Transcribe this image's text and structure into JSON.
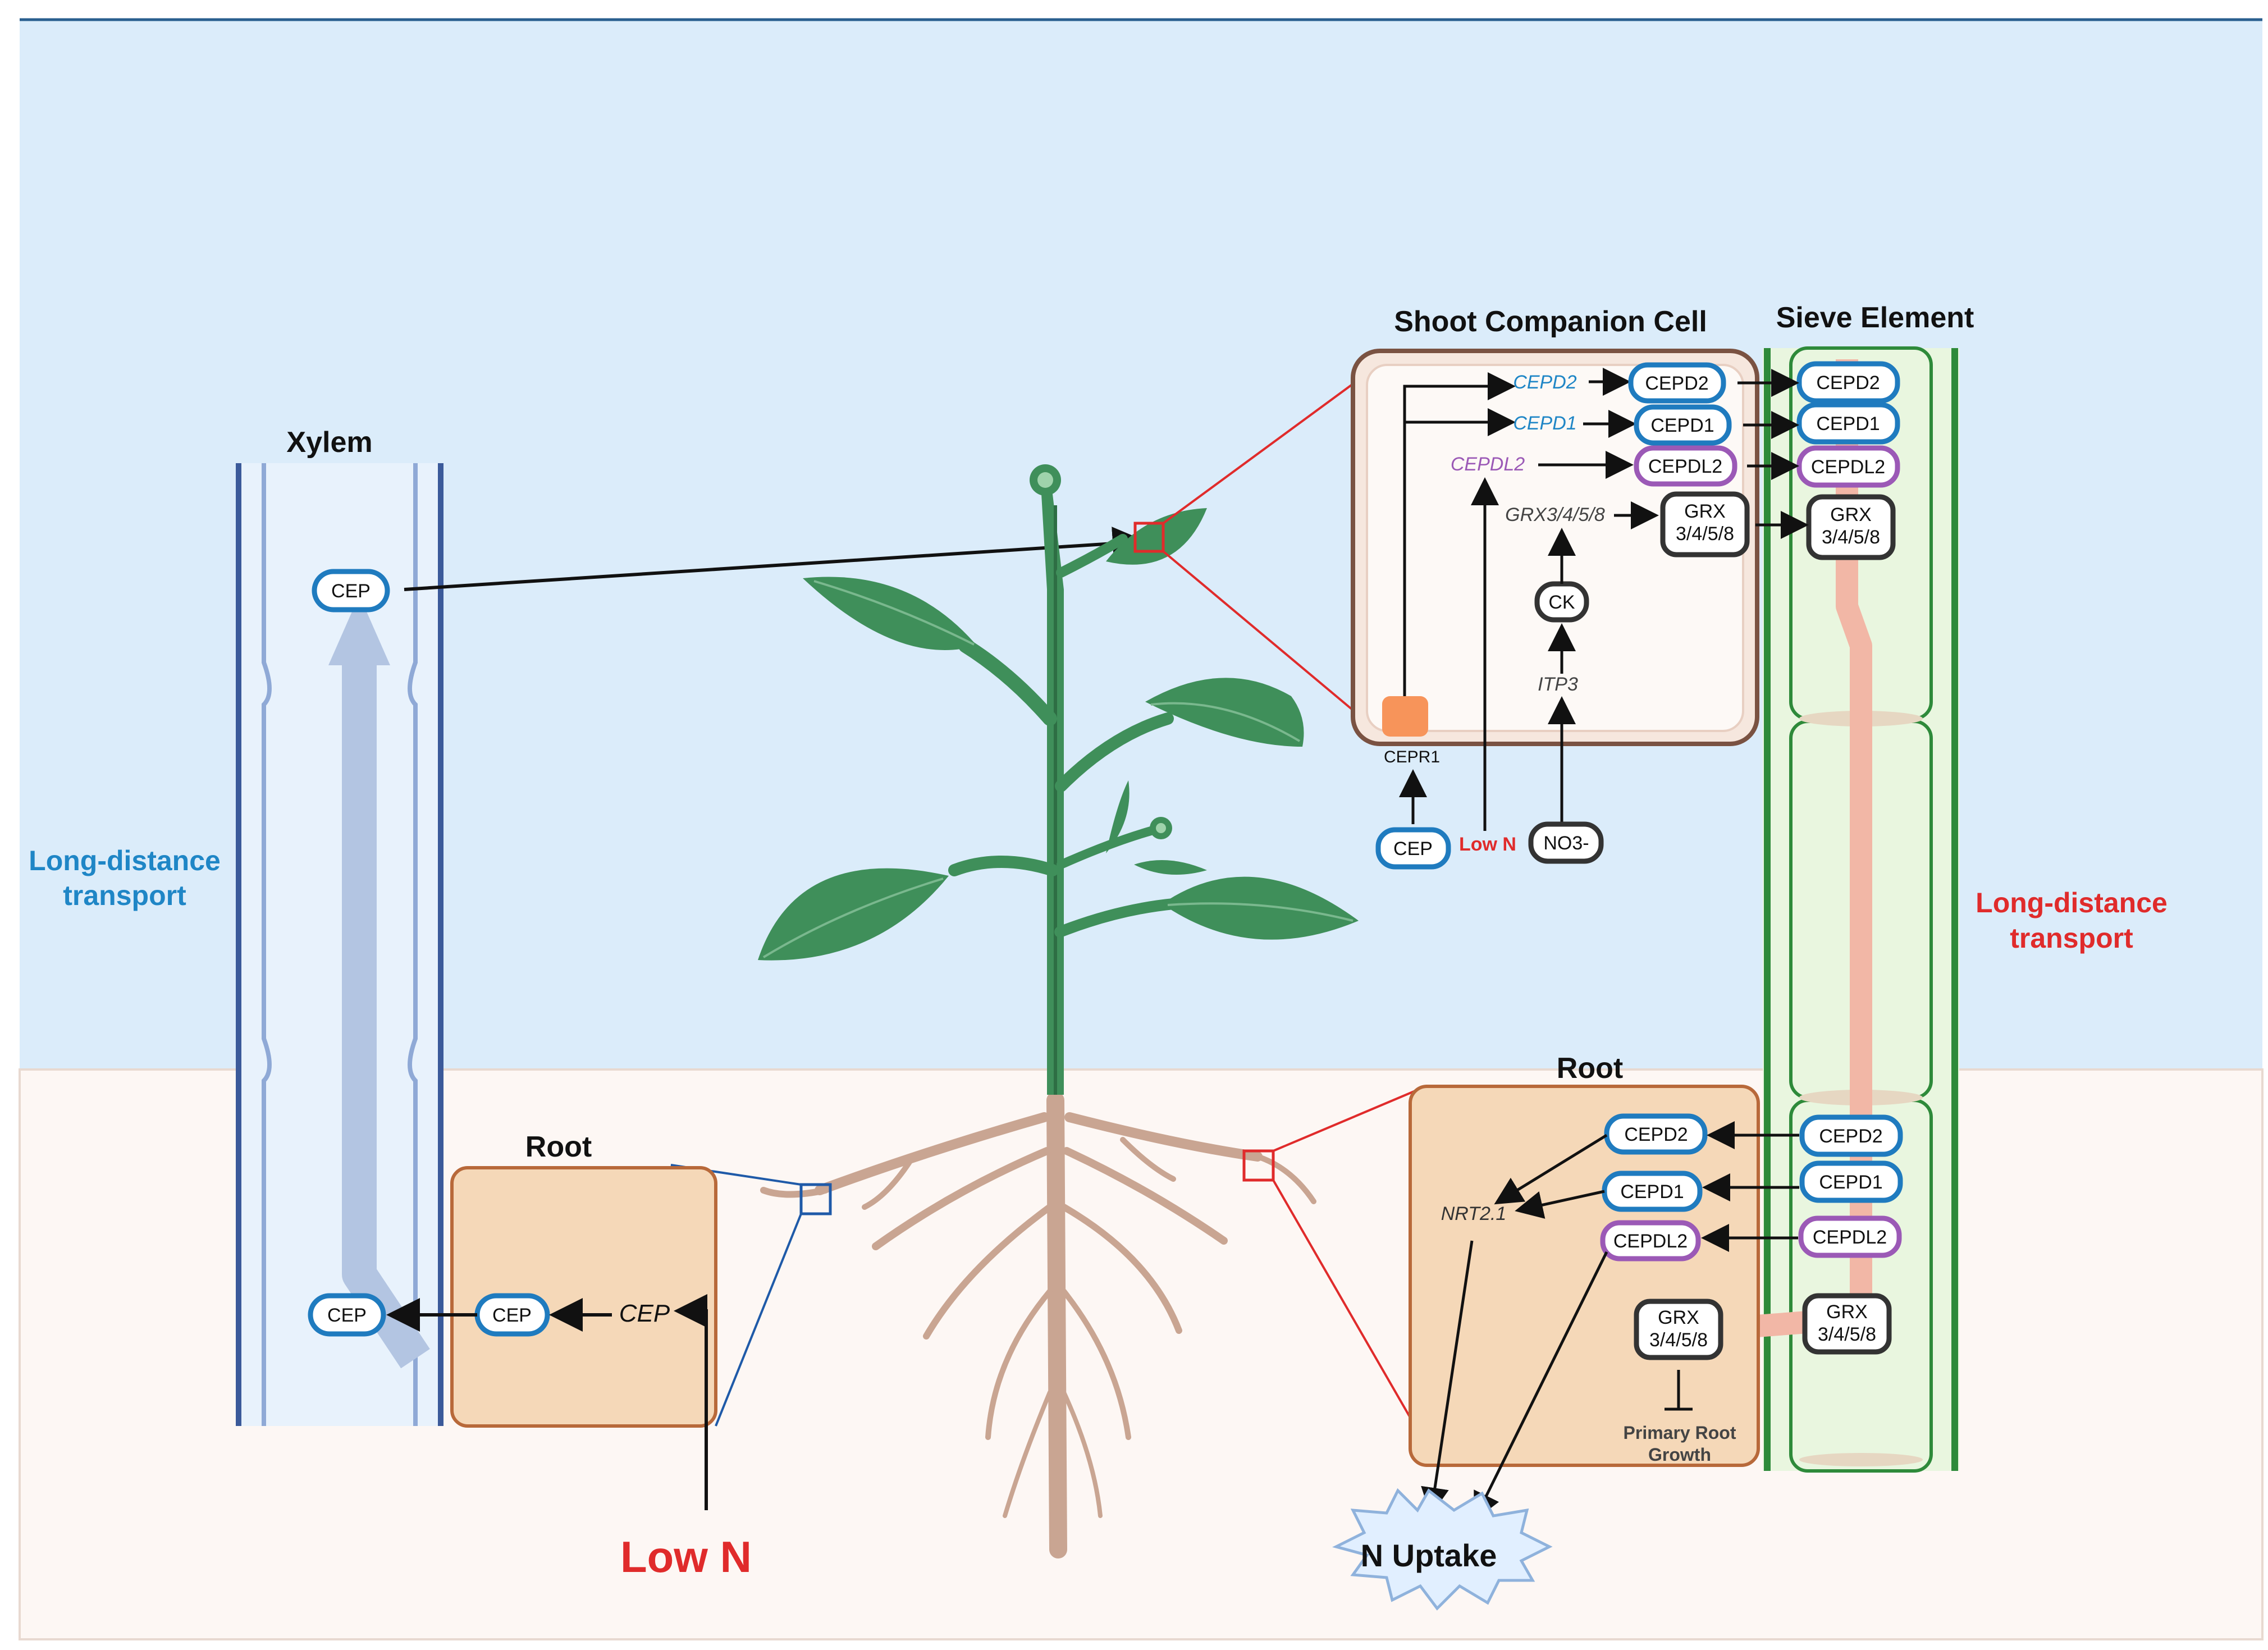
{
  "colors": {
    "sky": "#dbecfa",
    "soil": "#fdf7f4",
    "blue_pill": "#1f7bbf",
    "purple_pill": "#9b59b6",
    "dark_pill": "#333333",
    "red": "#e02b2b",
    "blue_text": "#1f86c6",
    "root_box": "#f5d8b8",
    "root_border": "#b8693a",
    "cell_border": "#7a5242",
    "leaf": "#3f8f5a",
    "root_color": "#c9a592",
    "sieve_fill": "#e9f6df",
    "sieve_border": "#2e8a3a",
    "xylem_border": "#3b5a9a",
    "xylem_fill": "#e8f2fc",
    "transport_arrow_blue": "#b3c5e2",
    "transport_arrow_red": "#f2b7a6",
    "receptor": "#f7945a"
  },
  "labels": {
    "xylem": "Xylem",
    "shoot_companion_cell": "Shoot Companion Cell",
    "sieve_element": "Sieve Element",
    "root_left": "Root",
    "root_right": "Root",
    "long_distance_left_1": "Long-distance",
    "long_distance_left_2": "transport",
    "long_distance_right_1": "Long-distance",
    "long_distance_right_2": "transport",
    "low_n_big": "Low N",
    "low_n_small": "Low N",
    "n_uptake": "N Uptake",
    "primary_root_1": "Primary Root",
    "primary_root_2": "Growth"
  },
  "xylem": {
    "cep_top": "CEP",
    "cep_bottom": "CEP"
  },
  "root_left": {
    "cep_protein": "CEP",
    "cep_gene": "CEP"
  },
  "shoot_cell": {
    "gene_cepd2": "CEPD2",
    "gene_cepd1": "CEPD1",
    "gene_cepdl2": "CEPDL2",
    "gene_grx": "GRX3/4/5/8",
    "gene_itp3": "ITP3",
    "prot_cepd2": "CEPD2",
    "prot_cepd1": "CEPD1",
    "prot_cepdl2": "CEPDL2",
    "prot_grx_1": "GRX",
    "prot_grx_2": "3/4/5/8",
    "ck": "CK",
    "cepr1": "CEPR1",
    "cep_outside": "CEP",
    "no3": "NO3-"
  },
  "sieve": {
    "cepd2_top": "CEPD2",
    "cepd1_top": "CEPD1",
    "cepdl2_top": "CEPDL2",
    "grx_top_1": "GRX",
    "grx_top_2": "3/4/5/8",
    "cepd2_bottom": "CEPD2",
    "cepd1_bottom": "CEPD1",
    "cepdl2_bottom": "CEPDL2",
    "grx_bottom_1": "GRX",
    "grx_bottom_2": "3/4/5/8"
  },
  "root_right": {
    "cepd2": "CEPD2",
    "cepd1": "CEPD1",
    "cepdl2": "CEPDL2",
    "nrt": "NRT2.1",
    "grx_1": "GRX",
    "grx_2": "3/4/5/8"
  }
}
